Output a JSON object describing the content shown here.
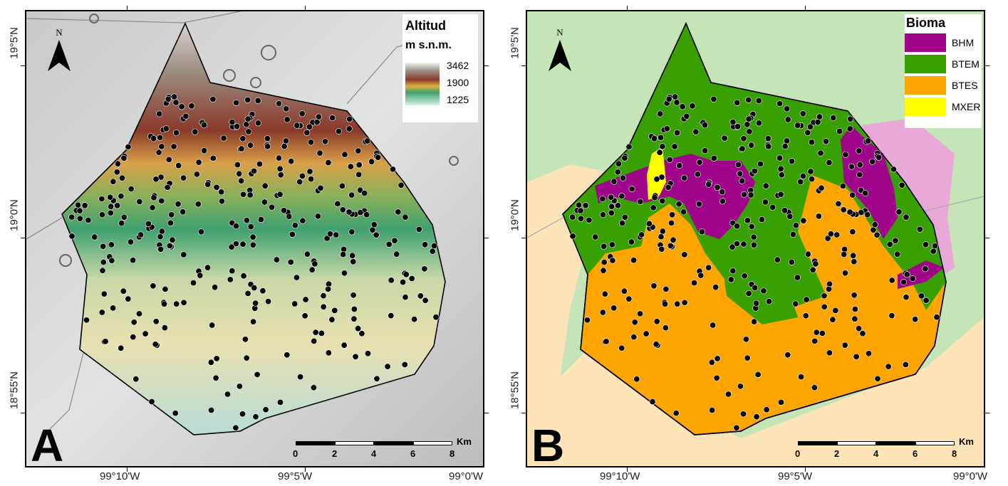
{
  "panels": {
    "a": {
      "letter": "A",
      "legend": {
        "title": "Altitud",
        "unit": "m s.n.m.",
        "values": [
          "3462",
          "1900",
          "1225"
        ]
      }
    },
    "b": {
      "letter": "B",
      "legend": {
        "title": "Bioma",
        "items": [
          {
            "label": "BHM",
            "color": "#a0048a"
          },
          {
            "label": "BTEM",
            "color": "#38a000"
          },
          {
            "label": "BTES",
            "color": "#ffa500"
          },
          {
            "label": "MXER",
            "color": "#ffff00"
          }
        ]
      }
    }
  },
  "north_label": "N",
  "scale": {
    "unit": "Km",
    "ticks": [
      "0",
      "2",
      "4",
      "6",
      "8"
    ]
  },
  "lon_labels": [
    "99°10'W",
    "99°5'W",
    "99°0'W"
  ],
  "lat_labels": [
    "19°5'N",
    "19°0'N",
    "18°55'N"
  ],
  "colors": {
    "bhm": "#a0048a",
    "btem": "#38a000",
    "btes": "#ffa500",
    "mxer": "#ffff00",
    "bg_green": "#c5e5b8",
    "bg_peach": "#fde3b8",
    "bg_pink": "#e8a9d8"
  }
}
